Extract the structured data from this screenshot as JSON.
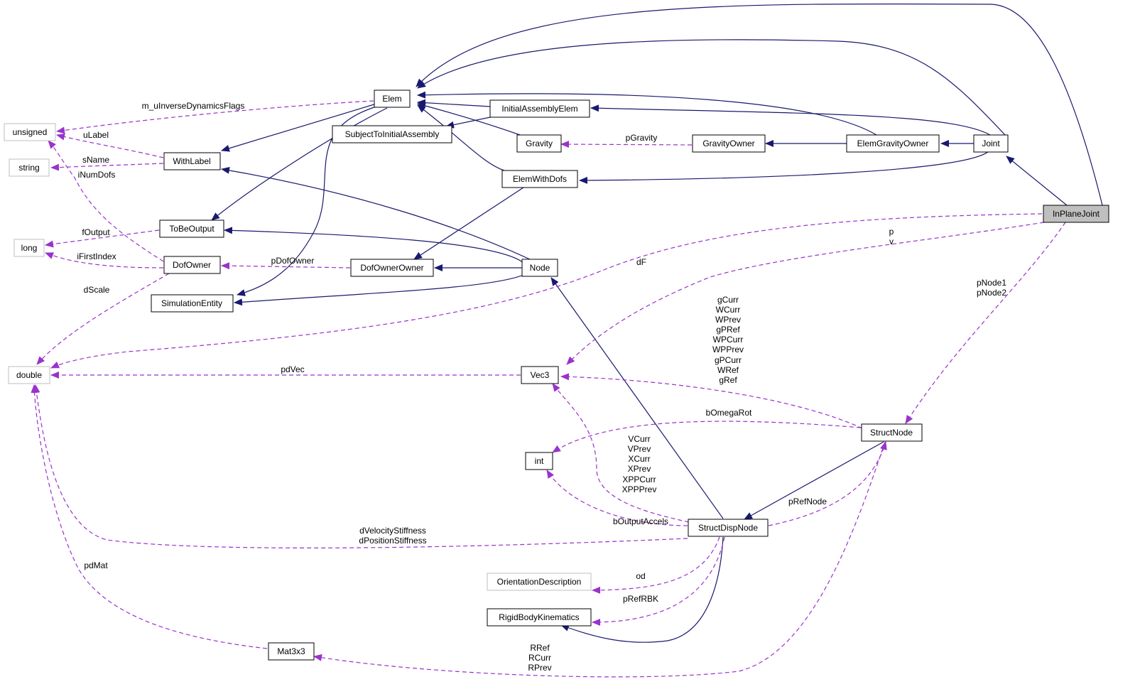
{
  "colors": {
    "inheritance": "#191970",
    "member": "#9a32cd",
    "focus_fill": "#bfbfbf",
    "external_border": "#bfbfbf"
  },
  "nodes": {
    "inplanejoint": "InPlaneJoint",
    "joint": "Joint",
    "elem": "Elem",
    "initialassemblyelem": "InitialAssemblyElem",
    "subjecttoinitialassembly": "SubjectToInitialAssembly",
    "gravity": "Gravity",
    "gravityowner": "GravityOwner",
    "elemgravityowner": "ElemGravityOwner",
    "elemwithdofs": "ElemWithDofs",
    "withlabel": "WithLabel",
    "tobeoutput": "ToBeOutput",
    "dofowner": "DofOwner",
    "dofownerowner": "DofOwnerOwner",
    "node": "Node",
    "simulationentity": "SimulationEntity",
    "unsigned": "unsigned",
    "string": "string",
    "long": "long",
    "double": "double",
    "vec3": "Vec3",
    "int": "int",
    "structnode": "StructNode",
    "structdispnode": "StructDispNode",
    "orientationdescription": "OrientationDescription",
    "rigidbodykinematics": "RigidBodyKinematics",
    "mat3x3": "Mat3x3"
  },
  "edge_labels": {
    "m_uInverseDynamicsFlags": "m_uInverseDynamicsFlags",
    "uLabel": "uLabel",
    "sName": "sName",
    "iNumDofs": "iNumDofs",
    "fOutput": "fOutput",
    "iFirstIndex": "iFirstIndex",
    "dScale": "dScale",
    "pDofOwner": "pDofOwner",
    "pGravity": "pGravity",
    "p": "p",
    "v": "v",
    "dF": "dF",
    "pNode1": "pNode1",
    "pNode2": "pNode2",
    "pdVec": "pdVec",
    "vec3_members": [
      "gCurr",
      "WCurr",
      "WPrev",
      "gPRef",
      "WPCurr",
      "WPPrev",
      "gPCurr",
      "WRef",
      "gRef"
    ],
    "bOmegaRot": "bOmegaRot",
    "int_members": [
      "VCurr",
      "VPrev",
      "XCurr",
      "XPrev",
      "XPPCurr",
      "XPPPrev"
    ],
    "pRefNode": "pRefNode",
    "bOutputAccels": "bOutputAccels",
    "dVelocityStiffness": "dVelocityStiffness",
    "dPositionStiffness": "dPositionStiffness",
    "pdMat": "pdMat",
    "od": "od",
    "pRefRBK": "pRefRBK",
    "RRef": "RRef",
    "RCurr": "RCurr",
    "RPrev": "RPrev"
  }
}
